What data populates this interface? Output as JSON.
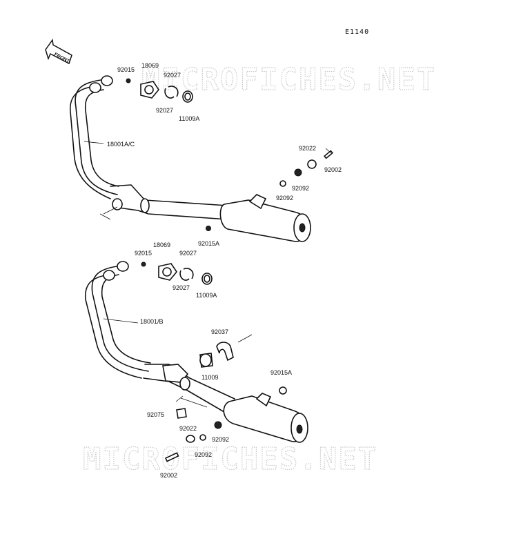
{
  "diagram_code": "E1140",
  "front_arrow_label": "FRONT",
  "watermark": "MICROFICHES.NET",
  "top_assembly": {
    "labels": {
      "bolt_92015": "92015",
      "flange_18069": "18069",
      "ring_92027_a": "92027",
      "ring_92027_b": "92027",
      "gasket_11009a": "11009A",
      "muffler_18001ac": "18001A/C",
      "washer_92022": "92022",
      "bolt_92002": "92002",
      "nut_92092_a": "92092",
      "nut_92092_b": "92092",
      "nut_92015a": "92015A"
    }
  },
  "bottom_assembly": {
    "labels": {
      "bolt_92015": "92015",
      "flange_18069": "18069",
      "ring_92027_a": "92027",
      "ring_92027_b": "92027",
      "gasket_11009a": "11009A",
      "muffler_18001b": "18001/B",
      "clamp_92037": "92037",
      "gasket_11009": "11009",
      "nut_92015a": "92015A",
      "damper_92075": "92075",
      "washer_92022": "92022",
      "nut_92092_a": "92092",
      "nut_92092_b": "92092",
      "bolt_92002": "92002"
    }
  }
}
